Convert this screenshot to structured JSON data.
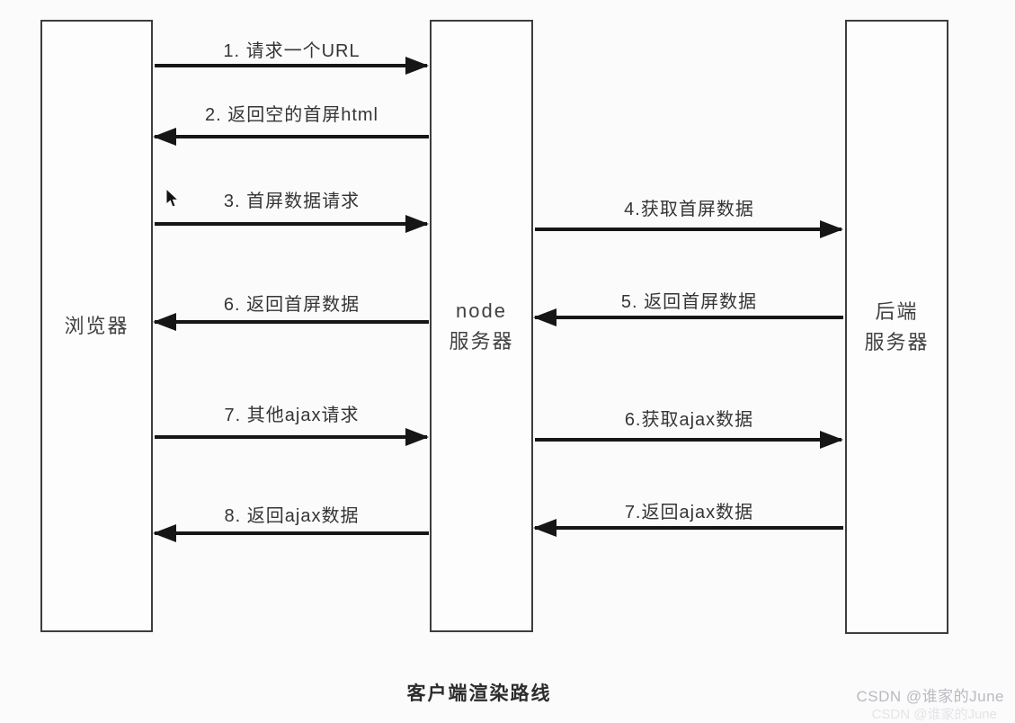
{
  "diagram": {
    "caption": "客户端渲染路线",
    "watermark": "CSDN @谁家的June",
    "watermark_faint": "CSDN @谁家的June",
    "colors": {
      "background": "#fbfbfb",
      "line": "#161616",
      "box_border": "#3d3d3d",
      "label_text": "#353535",
      "watermark": "#b9bac1"
    },
    "actors": [
      {
        "id": "browser",
        "label_lines": [
          "浏览器"
        ]
      },
      {
        "id": "node-server",
        "label_lines": [
          "node",
          "服务器"
        ]
      },
      {
        "id": "backend-server",
        "label_lines": [
          "后端",
          "服务器"
        ]
      }
    ],
    "messages": [
      {
        "label": "1. 请求一个URL",
        "from": "browser",
        "to": "node-server",
        "direction": "right"
      },
      {
        "label": "2. 返回空的首屏html",
        "from": "node-server",
        "to": "browser",
        "direction": "left"
      },
      {
        "label": "3. 首屏数据请求",
        "from": "browser",
        "to": "node-server",
        "direction": "right"
      },
      {
        "label": "6. 返回首屏数据",
        "from": "node-server",
        "to": "browser",
        "direction": "left"
      },
      {
        "label": "7. 其他ajax请求",
        "from": "browser",
        "to": "node-server",
        "direction": "right"
      },
      {
        "label": "8. 返回ajax数据",
        "from": "node-server",
        "to": "browser",
        "direction": "left"
      },
      {
        "label": "4.获取首屏数据",
        "from": "node-server",
        "to": "backend-server",
        "direction": "right"
      },
      {
        "label": "5. 返回首屏数据",
        "from": "backend-server",
        "to": "node-server",
        "direction": "left"
      },
      {
        "label": "6.获取ajax数据",
        "from": "node-server",
        "to": "backend-server",
        "direction": "right"
      },
      {
        "label": "7.返回ajax数据",
        "from": "backend-server",
        "to": "node-server",
        "direction": "left"
      }
    ]
  }
}
